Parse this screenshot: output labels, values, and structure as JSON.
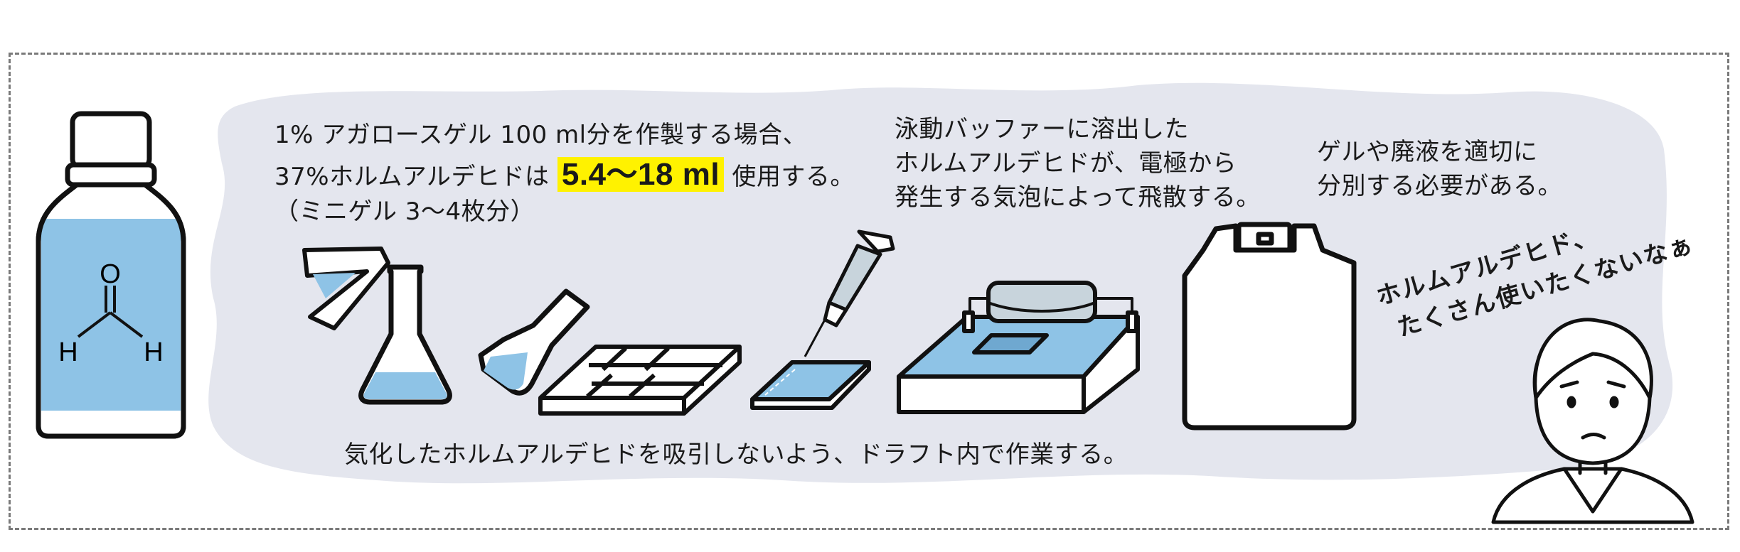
{
  "notes": {
    "agarose_line1": "1% アガロースゲル 100 ml分を作製する場合、",
    "agarose_line2_pre": "37%ホルムアルデヒドは",
    "agarose_highlight": "5.4〜18 ml",
    "agarose_line2_post": "使用する。",
    "agarose_line3": "（ミニゲル 3〜4枚分）",
    "buffer_line1": "泳動バッファーに溶出した",
    "buffer_line2": "ホルムアルデヒドが、電極から",
    "buffer_line3": "発生する気泡によって飛散する。",
    "waste_line1": "ゲルや廃液を適切に",
    "waste_line2": "分別する必要がある。",
    "draft": "気化したホルムアルデヒドを吸引しないよう、ドラフト内で作業する。"
  },
  "speech": {
    "line1": "ホルムアルデヒド、",
    "line2": "たくさん使いたくないなぁ"
  },
  "molecule": {
    "top_atom": "O",
    "left_atom": "H",
    "right_atom": "H"
  },
  "colors": {
    "liquid": "#8ec3e6",
    "cloud": "#e4e6ee",
    "highlight": "#fff200",
    "electrode": "#c8d4dc"
  },
  "icons": [
    "reagent-bottle-icon",
    "graduated-cylinder-icon",
    "flask-icon",
    "tilted-flask-icon",
    "gel-tray-icon",
    "pipette-icon",
    "gel-plate-icon",
    "electrophoresis-tank-icon",
    "waste-tank-icon",
    "worried-woman-icon"
  ]
}
